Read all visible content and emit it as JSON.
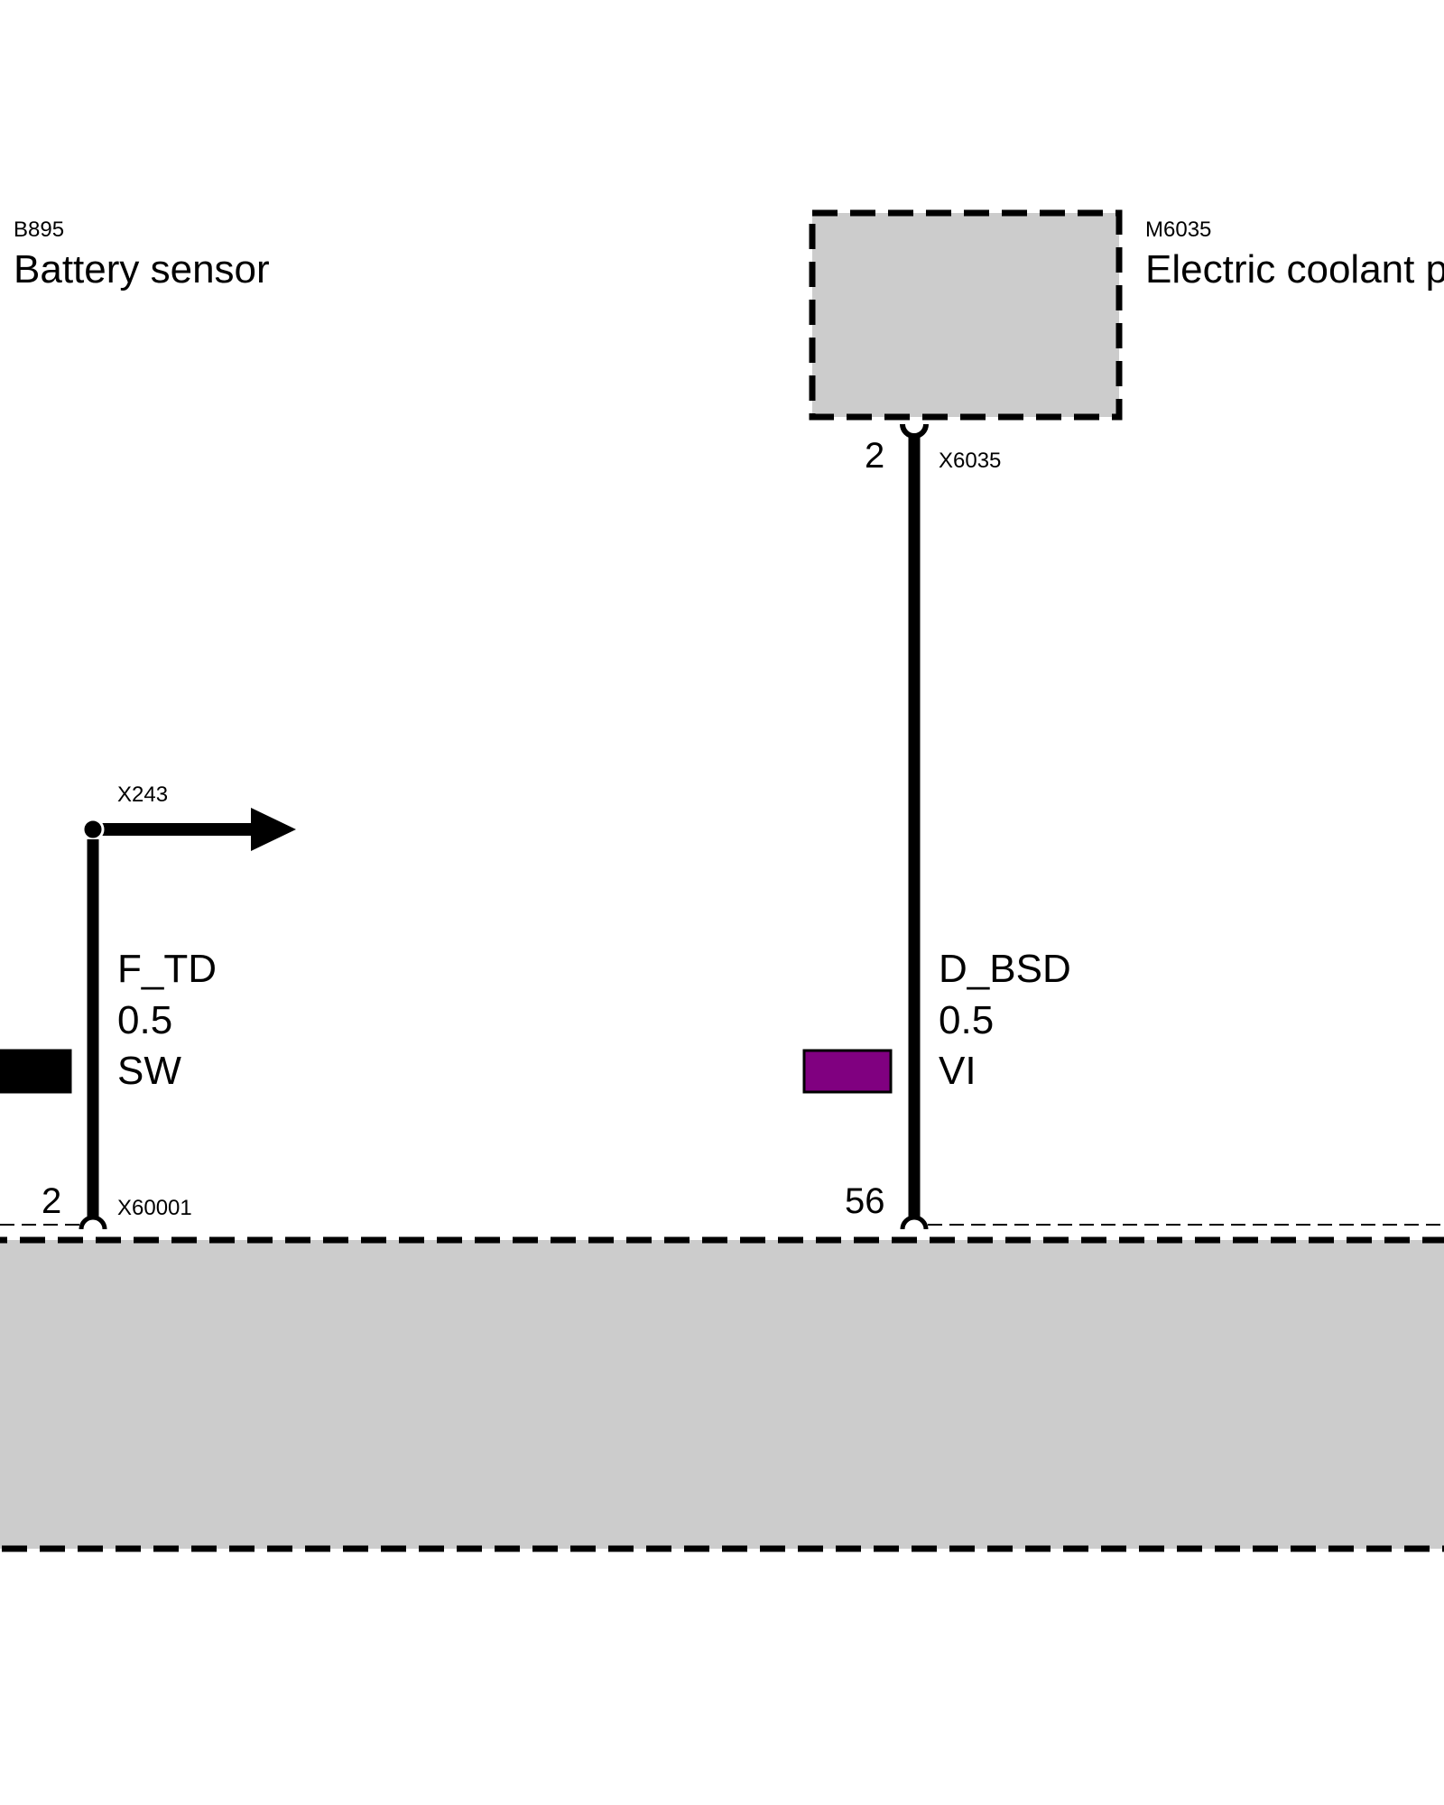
{
  "components": {
    "battery_sensor": {
      "code": "B895",
      "name": "Battery sensor"
    },
    "coolant_pump": {
      "code": "M6035",
      "name": "Electric coolant p"
    }
  },
  "connectors": {
    "x243": "X243",
    "x6035": {
      "label": "X6035",
      "pin": "2"
    },
    "x60001": {
      "label": "X60001",
      "pin": "2"
    },
    "bottom_right": {
      "pin": "56"
    }
  },
  "wires": {
    "f_td": {
      "signal": "F_TD",
      "gauge": "0.5",
      "color_code": "SW",
      "swatch": "#000000"
    },
    "d_bsd": {
      "signal": "D_BSD",
      "gauge": "0.5",
      "color_code": "VI",
      "swatch": "#800080"
    }
  },
  "colors": {
    "box_fill": "#cccccc",
    "line": "#000000"
  }
}
